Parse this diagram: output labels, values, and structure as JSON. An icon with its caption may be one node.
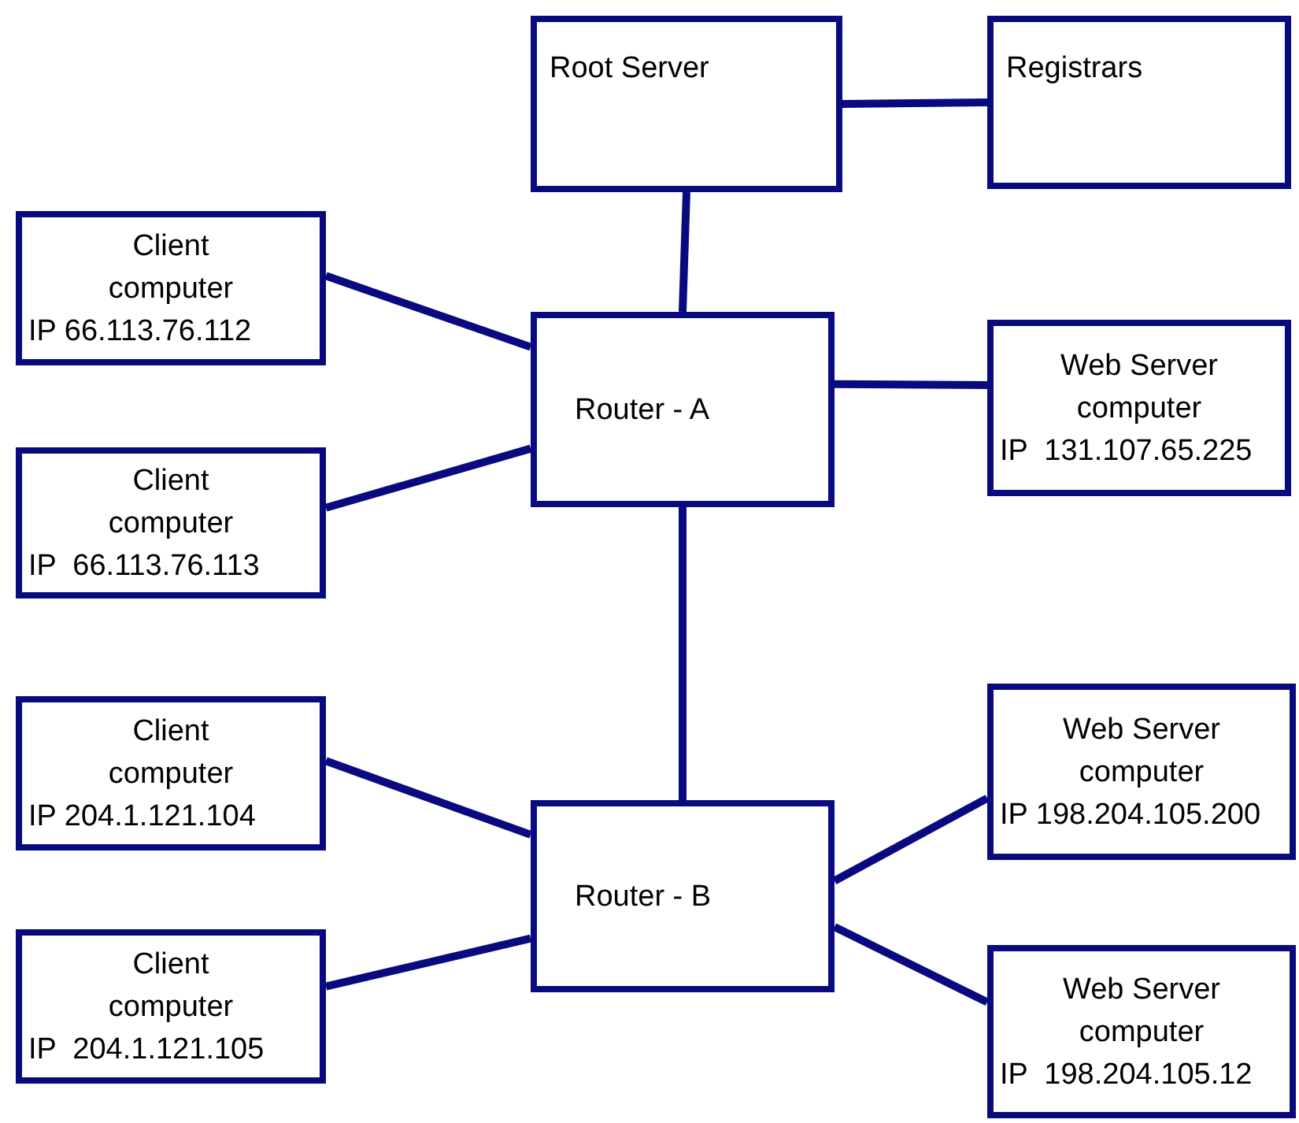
{
  "diagram": {
    "nodes": [
      {
        "text": [
          "Root Server"
        ]
      },
      {
        "text": [
          "Registrars"
        ]
      },
      {
        "text": [
          "Client computer",
          "IP 66.113.76.112"
        ]
      },
      {
        "text": [
          "Router - A"
        ]
      },
      {
        "text": [
          "Web Server computer",
          "IP  131.107.65.225"
        ]
      },
      {
        "text": [
          "Client computer",
          "IP  66.113.76.113"
        ]
      },
      {
        "text": [
          "Client computer",
          "IP 204.1.121.104"
        ]
      },
      {
        "text": [
          "Router - B"
        ]
      },
      {
        "text": [
          "Web Server computer",
          "IP 198.204.105.200"
        ]
      },
      {
        "text": [
          "Client computer",
          "IP  204.1.121.105"
        ]
      },
      {
        "text": [
          "Web Server computer",
          "IP  198.204.105.12"
        ]
      }
    ],
    "edges": [
      {
        "from": 0,
        "to": 1,
        "arrow": "none"
      },
      {
        "from": 0,
        "to": 3,
        "arrow": "none"
      },
      {
        "from": 2,
        "to": 3,
        "arrow": "none"
      },
      {
        "from": 5,
        "to": 3,
        "arrow": "none"
      },
      {
        "from": 3,
        "to": 4,
        "arrow": "none"
      },
      {
        "from": 3,
        "to": 7,
        "arrow": "none"
      },
      {
        "from": 6,
        "to": 7,
        "arrow": "none"
      },
      {
        "from": 9,
        "to": 7,
        "arrow": "none"
      },
      {
        "from": 7,
        "to": 8,
        "arrow": "none"
      },
      {
        "from": 7,
        "to": 10,
        "arrow": "none"
      }
    ]
  }
}
